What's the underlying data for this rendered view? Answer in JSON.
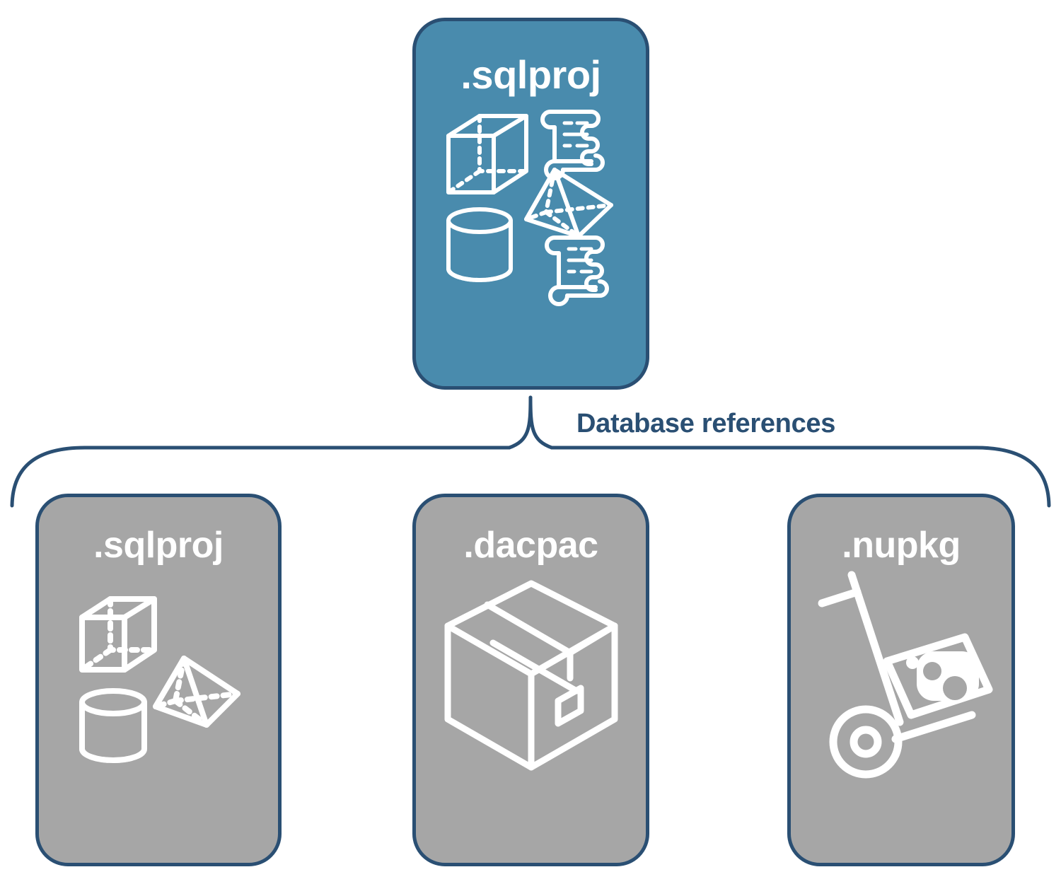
{
  "diagram": {
    "title_text": "Database references",
    "colors": {
      "primary_card_fill": "#498BAD",
      "secondary_card_fill": "#A6A6A6",
      "border": "#2A4F73",
      "label_text": "#2A4F73",
      "icon_stroke": "#FFFFFF",
      "background": "#FFFFFF"
    },
    "root": {
      "label": ".sqlproj",
      "icons": [
        "cube-icon",
        "script-scroll-icon",
        "pyramid-icon",
        "cylinder-icon",
        "script-scroll-icon"
      ]
    },
    "connector": {
      "label": "Database references",
      "style": "curly-brace"
    },
    "references": [
      {
        "label": ".sqlproj",
        "icons": [
          "cube-icon",
          "pyramid-icon",
          "cylinder-icon"
        ]
      },
      {
        "label": ".dacpac",
        "icons": [
          "shipping-box-icon"
        ]
      },
      {
        "label": ".nupkg",
        "icons": [
          "hand-truck-icon",
          "nuget-package-icon"
        ]
      }
    ]
  }
}
